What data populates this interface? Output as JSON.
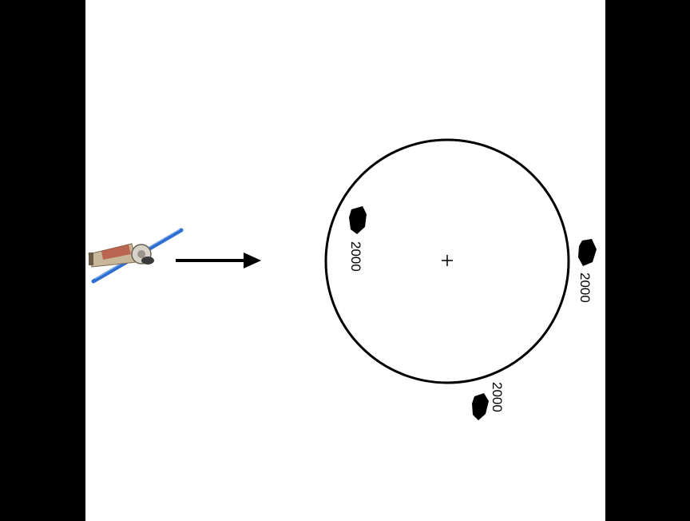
{
  "colors": {
    "background": "#ffffff",
    "frame": "#000000",
    "ink": "#000000",
    "solar_panel": "#2f6fd0",
    "satellite_body": "#c9b79a"
  },
  "icons": {
    "satellite": "satellite-icon",
    "arrow": "right-arrow-icon",
    "center_marker": "crosshair-icon",
    "debris": "debris-fragment-icon"
  },
  "fragments": [
    {
      "label": "2000"
    },
    {
      "label": "2000"
    },
    {
      "label": "2000"
    }
  ]
}
